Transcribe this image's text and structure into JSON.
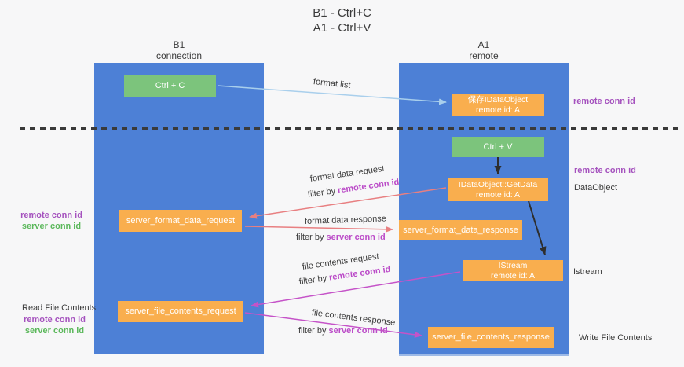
{
  "title": {
    "line1": "B1 - Ctrl+C",
    "line2": "A1 - Ctrl+V"
  },
  "lanes": {
    "left": {
      "name": "B1",
      "subtitle": "connection"
    },
    "right": {
      "name": "A1",
      "subtitle": "remote"
    }
  },
  "boxes": {
    "ctrl_c": "Ctrl + C",
    "ctrl_v": "Ctrl + V",
    "save_idataobject": {
      "line1": "保存IDataObject",
      "line2": "remote id: A"
    },
    "getdata": {
      "line1": "IDataObject::GetData",
      "line2": "remote id: A"
    },
    "istream": {
      "line1": "IStream",
      "line2": "remote id: A"
    },
    "server_format_data_request": "server_format_data_request",
    "server_format_data_response": "server_format_data_response",
    "server_file_contents_request": "server_file_contents_request",
    "server_file_contents_response": "server_file_contents_response"
  },
  "annotations": {
    "right_top_remote_conn_id": "remote conn id",
    "right_mid_remote_conn_id": "remote conn id",
    "dataobject": "DataObject",
    "istream": "Istream",
    "write_file_contents": "Write File Contents",
    "left_mid_remote_conn_id": "remote conn id",
    "left_mid_server_conn_id": "server conn id",
    "read_file_contents": "Read File Contents",
    "left_bottom_remote_conn_id": "remote conn id",
    "left_bottom_server_conn_id": "server conn id"
  },
  "arrow_labels": {
    "format_list": "format list",
    "format_data_request": "format data request",
    "format_data_response": "format data response",
    "file_contents_request": "file contents request",
    "file_contents_response": "file contents response",
    "filter_by": "filter by ",
    "remote_conn_id": "remote conn id",
    "server_conn_id": "server conn id"
  },
  "colors": {
    "lane_blue": "#4d80d6",
    "box_orange": "#f9ae4e",
    "box_green": "#7cc47c",
    "annotation_purple": "#a552be",
    "annotation_green": "#5cb85c",
    "filter_magenta": "#bb4bc8",
    "arrow_lightblue": "#a9cfec",
    "arrow_salmon": "#e87f81",
    "arrow_magenta": "#c553c8",
    "arrow_black": "#2e2e2e",
    "dashed_divider": "#3a3a3a"
  }
}
